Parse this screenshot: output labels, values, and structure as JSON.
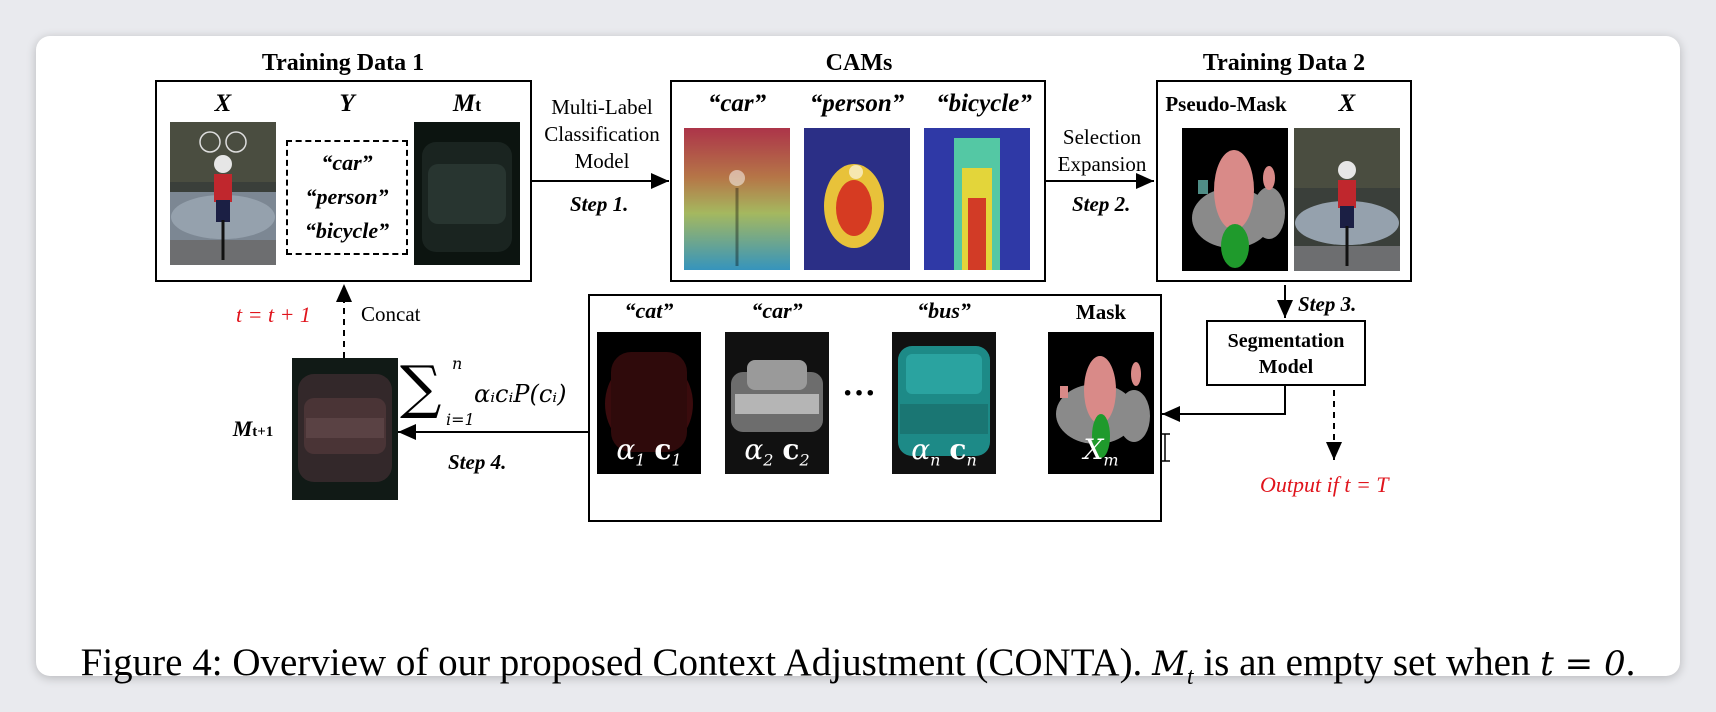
{
  "training_data_1": {
    "title": "Training Data 1",
    "col_x": "X",
    "col_y": "Y",
    "col_m": "M",
    "col_m_sub": "t",
    "labels": [
      "“car”",
      "“person”",
      "“bicycle”"
    ]
  },
  "classifier": {
    "lines": [
      "Multi-Label",
      "Classification",
      "Model"
    ],
    "step": "Step 1."
  },
  "cams": {
    "title": "CAMs",
    "labels": [
      "“car”",
      "“person”",
      "“bicycle”"
    ]
  },
  "selection": {
    "lines": [
      "Selection",
      "Expansion"
    ],
    "step": "Step 2."
  },
  "training_data_2": {
    "title": "Training Data 2",
    "mask_label": "Pseudo-Mask",
    "x_label": "X"
  },
  "segmentation": {
    "lines": [
      "Segmentation",
      "Model"
    ],
    "step": "Step 3.",
    "output": "Output if  t = T"
  },
  "context": {
    "labels": [
      "“cat”",
      "“car”",
      "“bus”",
      "Mask"
    ],
    "coefficients": [
      {
        "a": "α",
        "sub": "1",
        "c": "c",
        "csub": "1"
      },
      {
        "a": "α",
        "sub": "2",
        "c": "c",
        "csub": "2"
      },
      {
        "a": "α",
        "sub": "n",
        "c": "c",
        "csub": "n"
      }
    ],
    "mask_var": "X",
    "mask_var_sub": "m",
    "dots": "···"
  },
  "update": {
    "formula_top": "n",
    "formula_bottom": "i=1",
    "formula_body": "αᵢcᵢP(cᵢ)",
    "step": "Step 4.",
    "m_label": "M",
    "m_sub": "t+1",
    "loop": "t = t + 1",
    "concat": "Concat"
  },
  "caption": {
    "prefix": "Figure 4: Overview of our proposed Context Adjustment (CONTA). ",
    "math_m": "M",
    "math_sub": "t",
    "middle": " is an empty set when ",
    "math_eq": "t = 0",
    "suffix": "."
  }
}
